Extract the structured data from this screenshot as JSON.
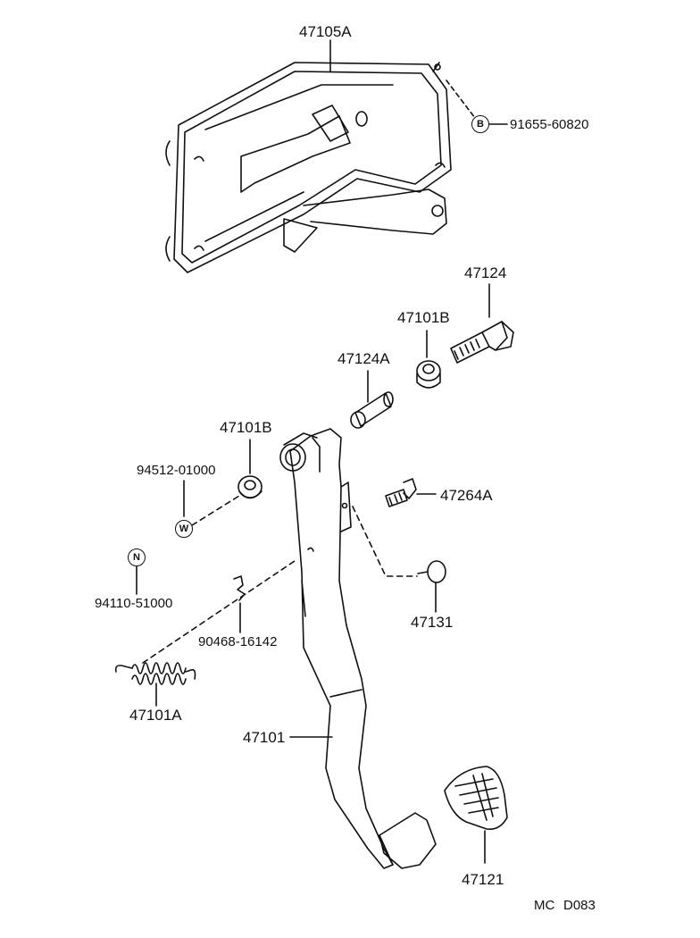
{
  "labels": {
    "bracket": "47105A",
    "bolt_ref": "91655-60820",
    "bolt": "47124",
    "bushing_top": "47101B",
    "collar": "47124A",
    "bushing_left": "47101B",
    "washer_ref": "94512-01000",
    "stop_bolt": "47264A",
    "nut_ref": "94110-51000",
    "cushion": "47131",
    "clip_ref": "90468-16142",
    "spring": "47101A",
    "pedal": "47101",
    "pad": "47121"
  },
  "symbols": {
    "b_marker": "B",
    "w_marker": "W",
    "n_marker": "N"
  },
  "footer": {
    "code_prefix": "MC",
    "code": "D083"
  }
}
